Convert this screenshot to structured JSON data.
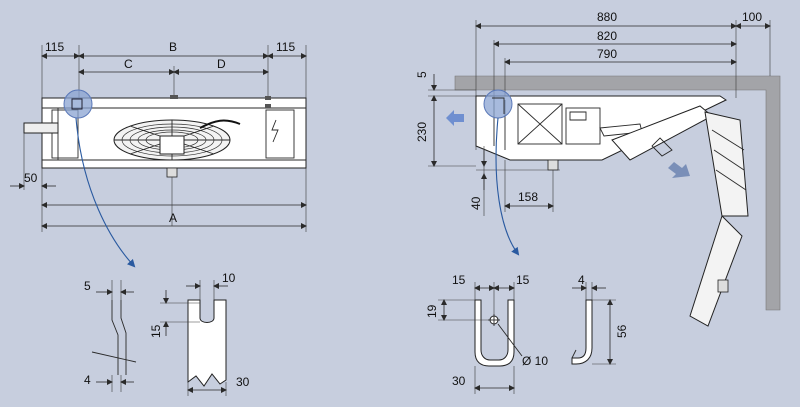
{
  "front_view": {
    "dim_left_115": "115",
    "dim_B": "B",
    "dim_right_115": "115",
    "dim_C": "C",
    "dim_D": "D",
    "dim_50": "50",
    "dim_A": "A"
  },
  "side_view": {
    "dim_880": "880",
    "dim_100": "100",
    "dim_820": "820",
    "dim_790": "790",
    "dim_5": "5",
    "dim_230": "230",
    "dim_40": "40",
    "dim_158": "158"
  },
  "detail_left": {
    "dim_5": "5",
    "dim_10": "10",
    "dim_15": "15",
    "dim_4": "4",
    "dim_30": "30"
  },
  "detail_right": {
    "dim_15a": "15",
    "dim_15b": "15",
    "dim_4": "4",
    "dim_19": "19",
    "dim_56": "56",
    "dim_dia": "Ø 10",
    "dim_30": "30"
  },
  "colors": {
    "background": "#c7cede",
    "callout": "#8aa3d2",
    "leader": "#2a5aa0",
    "ceiling": "#9a9a9a",
    "arrow": "#6f8fd0"
  }
}
